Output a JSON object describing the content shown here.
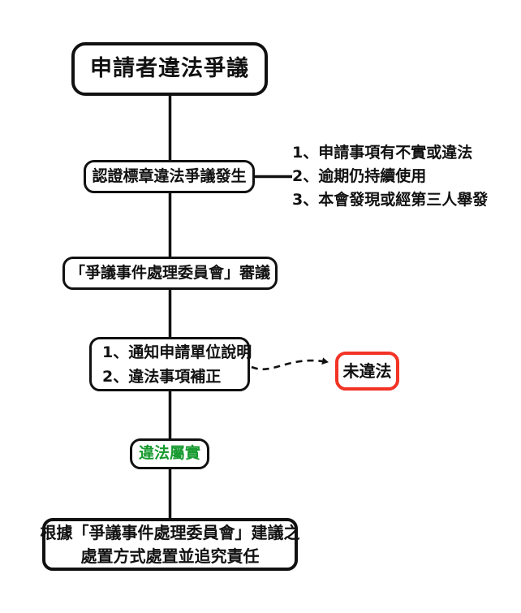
{
  "flowchart": {
    "title_box": {
      "label": "申請者違法爭議"
    },
    "dispute_box": {
      "label": "認證標章違法爭議發生"
    },
    "causes": {
      "items": [
        "1、申請事項有不實或違法",
        "2、逾期仍持續使用",
        "3、本會發現或經第三人舉發"
      ]
    },
    "committee_box": {
      "label": "「爭議事件處理委員會」審議"
    },
    "notify_box": {
      "lines": [
        "1、通知申請單位說明",
        "2、違法事項補正"
      ]
    },
    "not_illegal_box": {
      "label": "未違法"
    },
    "confirmed_box": {
      "label": "違法屬實"
    },
    "final_box": {
      "lines": [
        "根據「爭議事件處理委員會」建議之",
        "處置方式處置並追究責任"
      ]
    },
    "colors": {
      "border": "#111111",
      "line": "#111111",
      "not_illegal_border": "#f23325",
      "confirmed_text": "#189b30"
    }
  }
}
